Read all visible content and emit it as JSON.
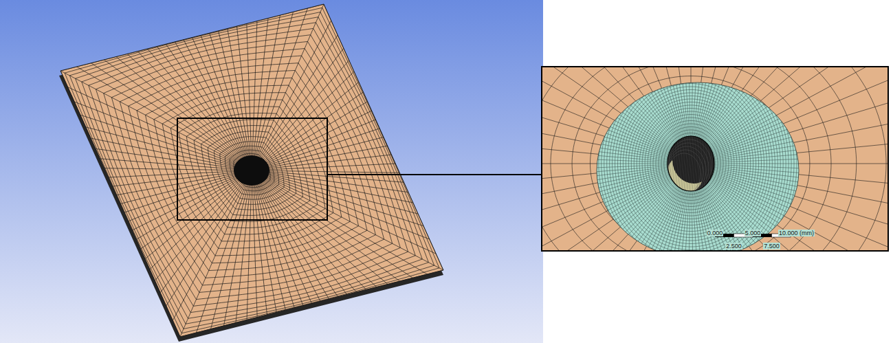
{
  "diagram": {
    "labels": [
      "0.000",
      "5.000",
      "10.000 (mm)",
      "2.500",
      "7.500"
    ]
  }
}
